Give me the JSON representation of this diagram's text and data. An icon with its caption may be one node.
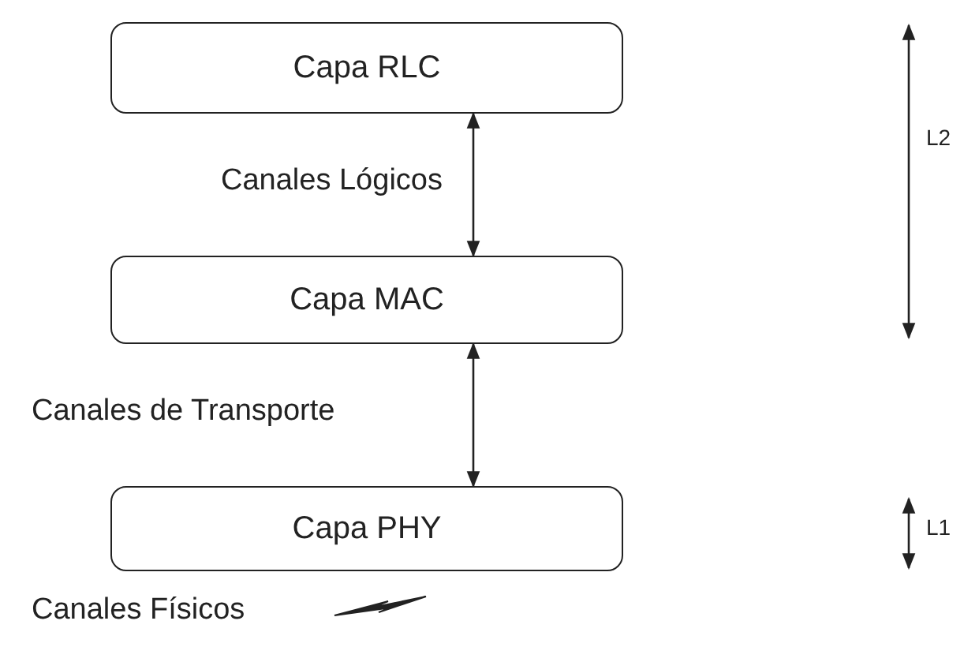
{
  "diagram": {
    "nodes": [
      {
        "text": [
          "Capa RLC"
        ]
      },
      {
        "text": [
          "Capa MAC"
        ]
      },
      {
        "text": [
          "Capa PHY"
        ]
      }
    ],
    "edges": [
      {
        "from": 0,
        "to": 1,
        "arrow": "both",
        "label": "Canales Lógicos"
      },
      {
        "from": 1,
        "to": 2,
        "arrow": "both",
        "label": "Canales de Transporte"
      }
    ],
    "labels": [
      "L2",
      "L1",
      "Canales Físicos"
    ]
  }
}
